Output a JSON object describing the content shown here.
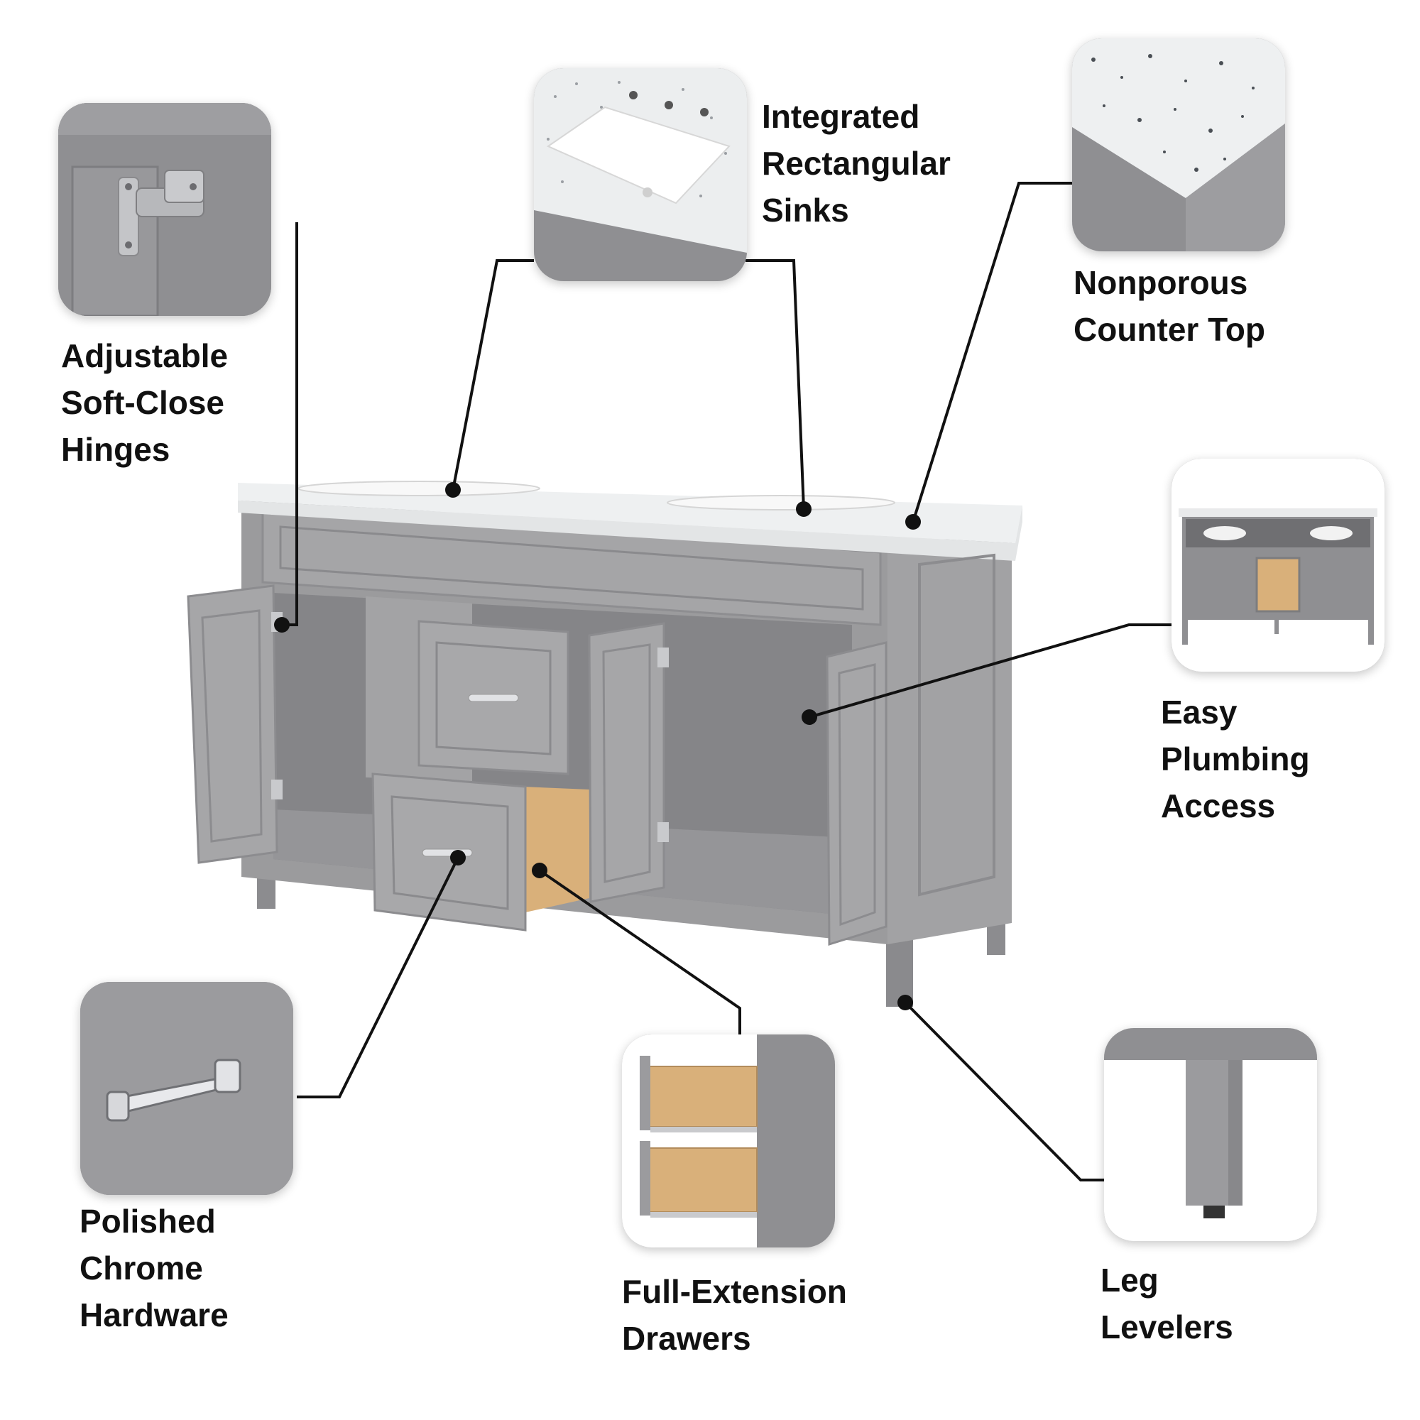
{
  "features": [
    {
      "id": "hinges",
      "lines": [
        "Adjustable",
        "Soft-Close",
        "Hinges"
      ]
    },
    {
      "id": "sinks",
      "lines": [
        "Integrated",
        "Rectangular",
        "Sinks"
      ]
    },
    {
      "id": "countertop",
      "lines": [
        "Nonporous",
        "Counter Top"
      ]
    },
    {
      "id": "plumbing",
      "lines": [
        "Easy",
        "Plumbing",
        "Access"
      ]
    },
    {
      "id": "hardware",
      "lines": [
        "Polished",
        "Chrome",
        "Hardware"
      ]
    },
    {
      "id": "drawers",
      "lines": [
        "Full-Extension",
        "Drawers"
      ]
    },
    {
      "id": "levelers",
      "lines": [
        "Leg",
        "Levelers"
      ]
    }
  ],
  "colors": {
    "cabinet": "#9b9b9d",
    "cabinet_dark": "#7f7f82",
    "cabinet_light": "#b3b3b5",
    "countertop": "#eef0f1",
    "wood": "#d9b07a",
    "chrome": "#dcdde0",
    "leader": "#111111"
  }
}
